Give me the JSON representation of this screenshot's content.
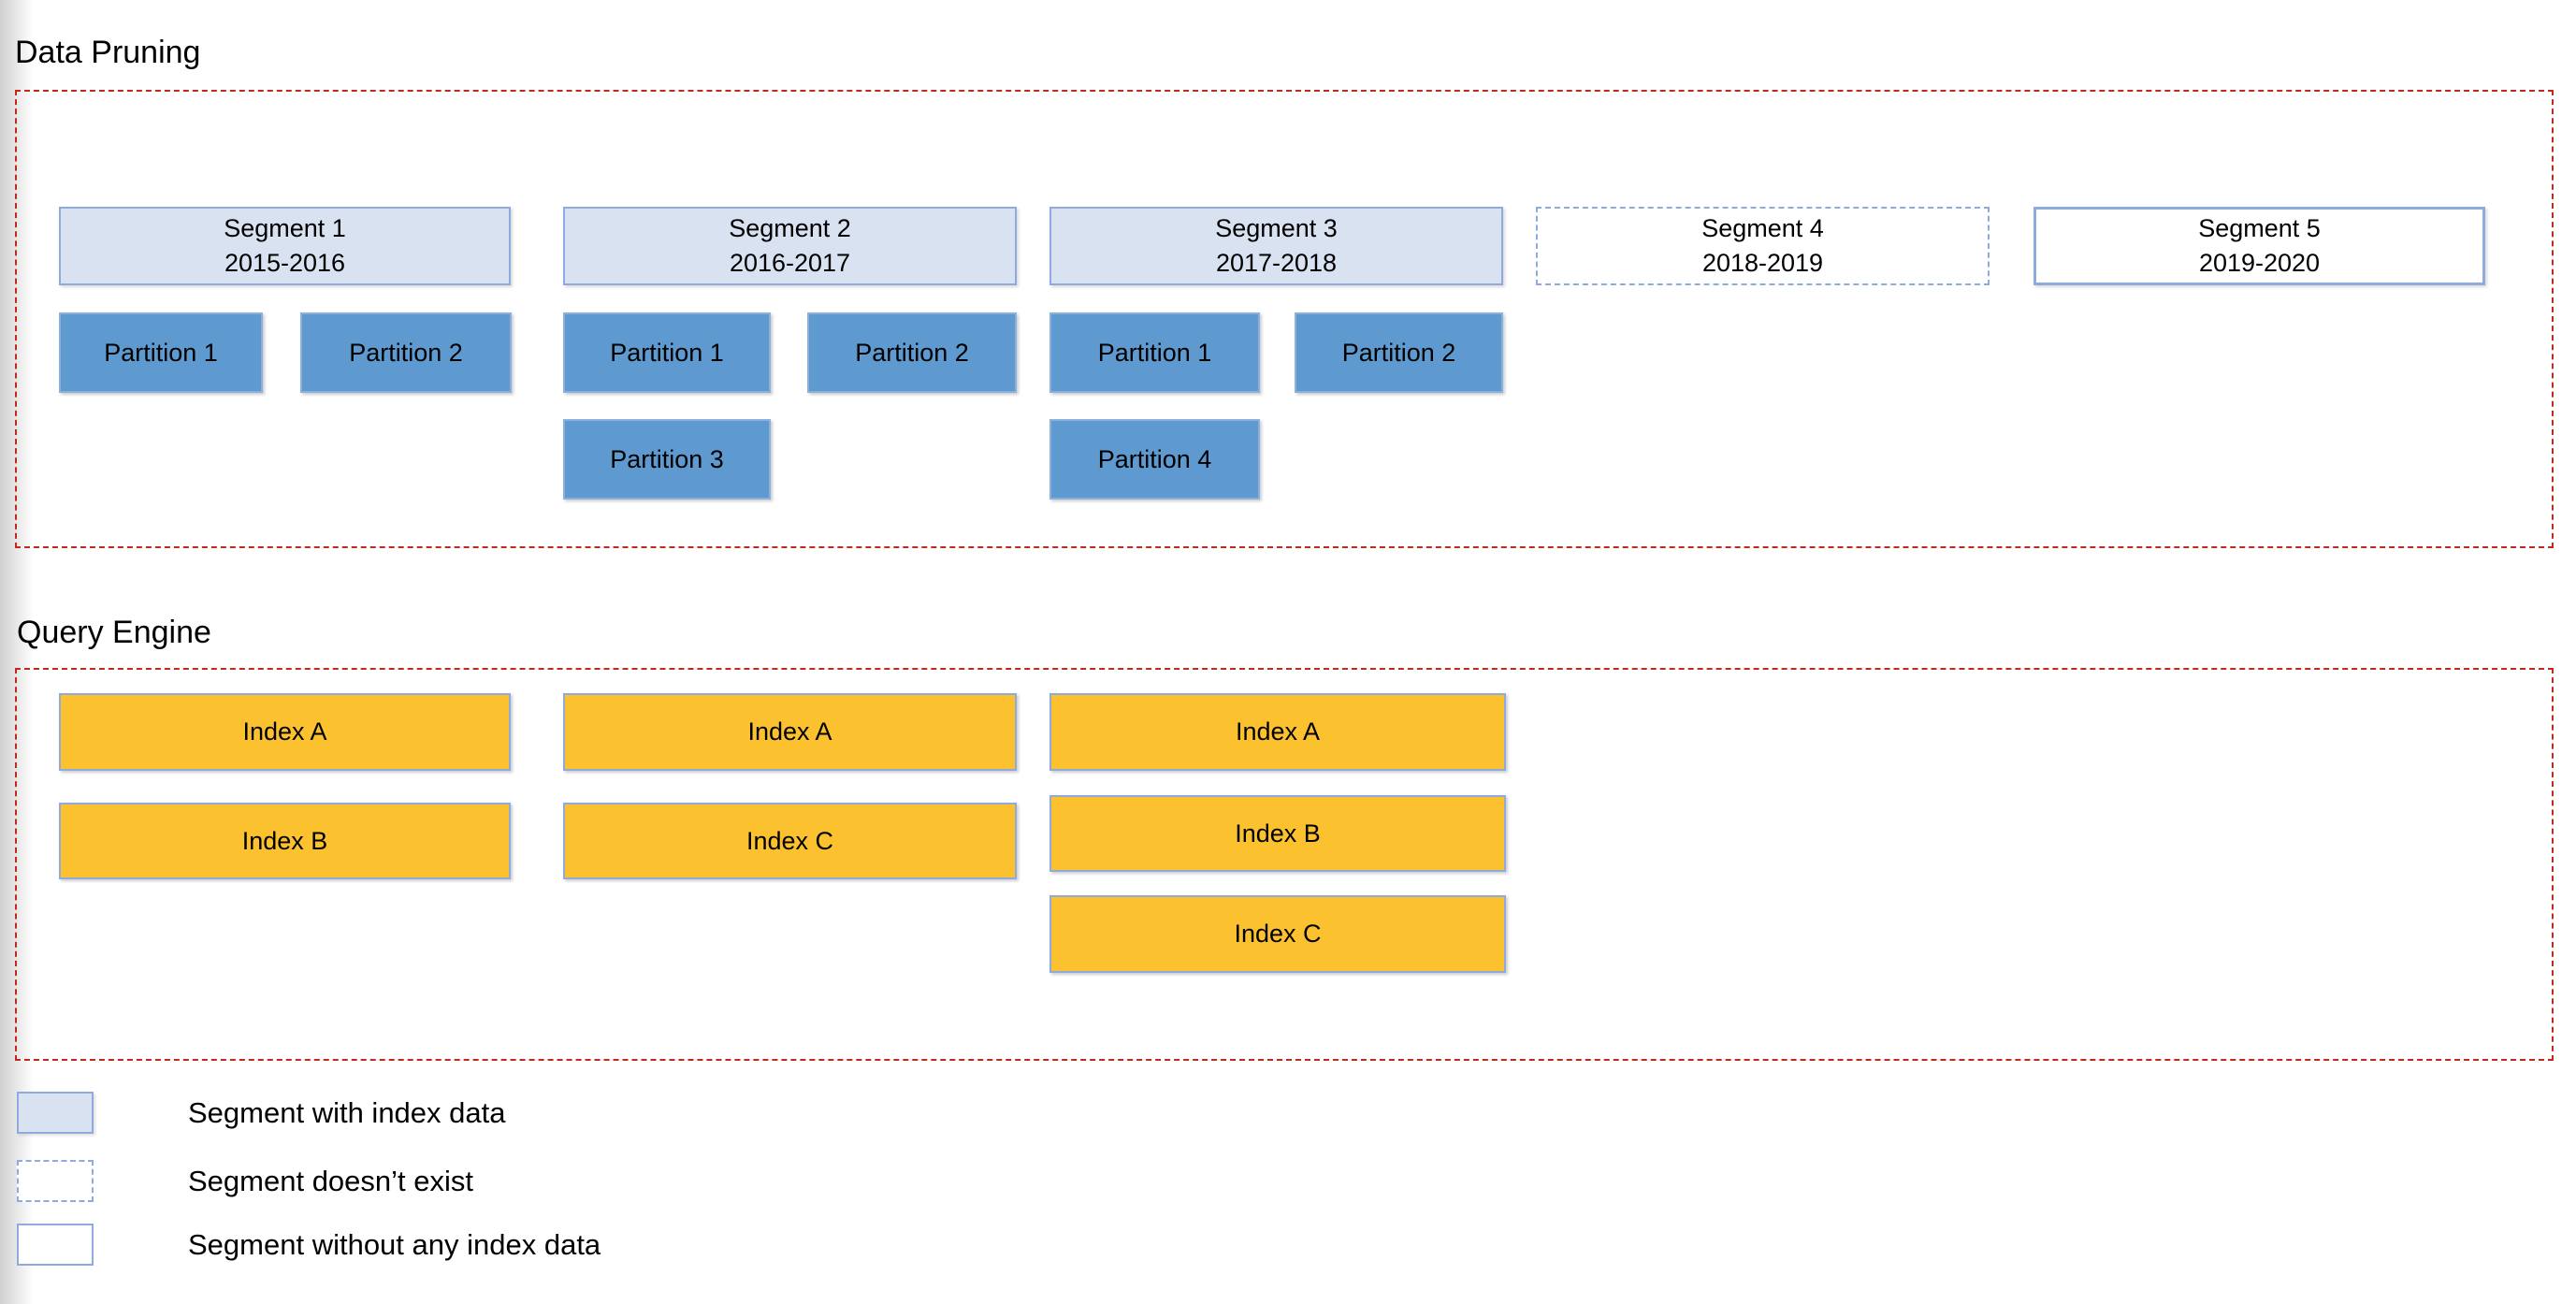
{
  "colors": {
    "region_border": "#c2281c",
    "segment_fill": "#d9e2f1",
    "segment_border": "#8faadc",
    "partition_fill": "#5e9acf",
    "partition_border": "#8cb0dc",
    "index_fill": "#fcc12f",
    "index_border": "#8faadc"
  },
  "data_pruning": {
    "title": "Data Pruning",
    "segments": [
      {
        "name": "Segment 1",
        "years": "2015-2016",
        "style": "with_index"
      },
      {
        "name": "Segment 2",
        "years": "2016-2017",
        "style": "with_index"
      },
      {
        "name": "Segment 3",
        "years": "2017-2018",
        "style": "with_index"
      },
      {
        "name": "Segment 4",
        "years": "2018-2019",
        "style": "not_exist"
      },
      {
        "name": "Segment 5",
        "years": "2019-2020",
        "style": "no_index"
      }
    ],
    "partitions": {
      "segment1": [
        "Partition 1",
        "Partition 2"
      ],
      "segment2": [
        "Partition 1",
        "Partition 2",
        "Partition 3"
      ],
      "segment3": [
        "Partition 1",
        "Partition 2",
        "Partition 4"
      ]
    }
  },
  "query_engine": {
    "title": "Query Engine",
    "columns": [
      {
        "indexes": [
          "Index A",
          "Index B"
        ]
      },
      {
        "indexes": [
          "Index A",
          "Index C"
        ]
      },
      {
        "indexes": [
          "Index A",
          "Index B",
          "Index C"
        ]
      }
    ]
  },
  "legend": {
    "items": [
      {
        "swatch": "with_index",
        "label": "Segment with index data"
      },
      {
        "swatch": "not_exist",
        "label": "Segment doesn’t exist"
      },
      {
        "swatch": "no_index",
        "label": "Segment without any index data"
      }
    ]
  }
}
